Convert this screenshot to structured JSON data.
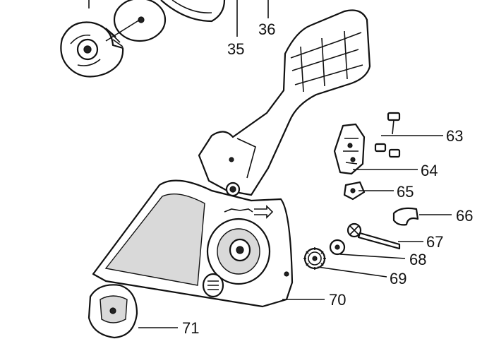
{
  "diagram": {
    "type": "exploded parts diagram",
    "callouts": [
      {
        "id": "35",
        "label": "35"
      },
      {
        "id": "36",
        "label": "36"
      },
      {
        "id": "63",
        "label": "63"
      },
      {
        "id": "64",
        "label": "64"
      },
      {
        "id": "65",
        "label": "65"
      },
      {
        "id": "66",
        "label": "66"
      },
      {
        "id": "67",
        "label": "67"
      },
      {
        "id": "68",
        "label": "68"
      },
      {
        "id": "69",
        "label": "69"
      },
      {
        "id": "70",
        "label": "70"
      },
      {
        "id": "71",
        "label": "71"
      }
    ]
  }
}
